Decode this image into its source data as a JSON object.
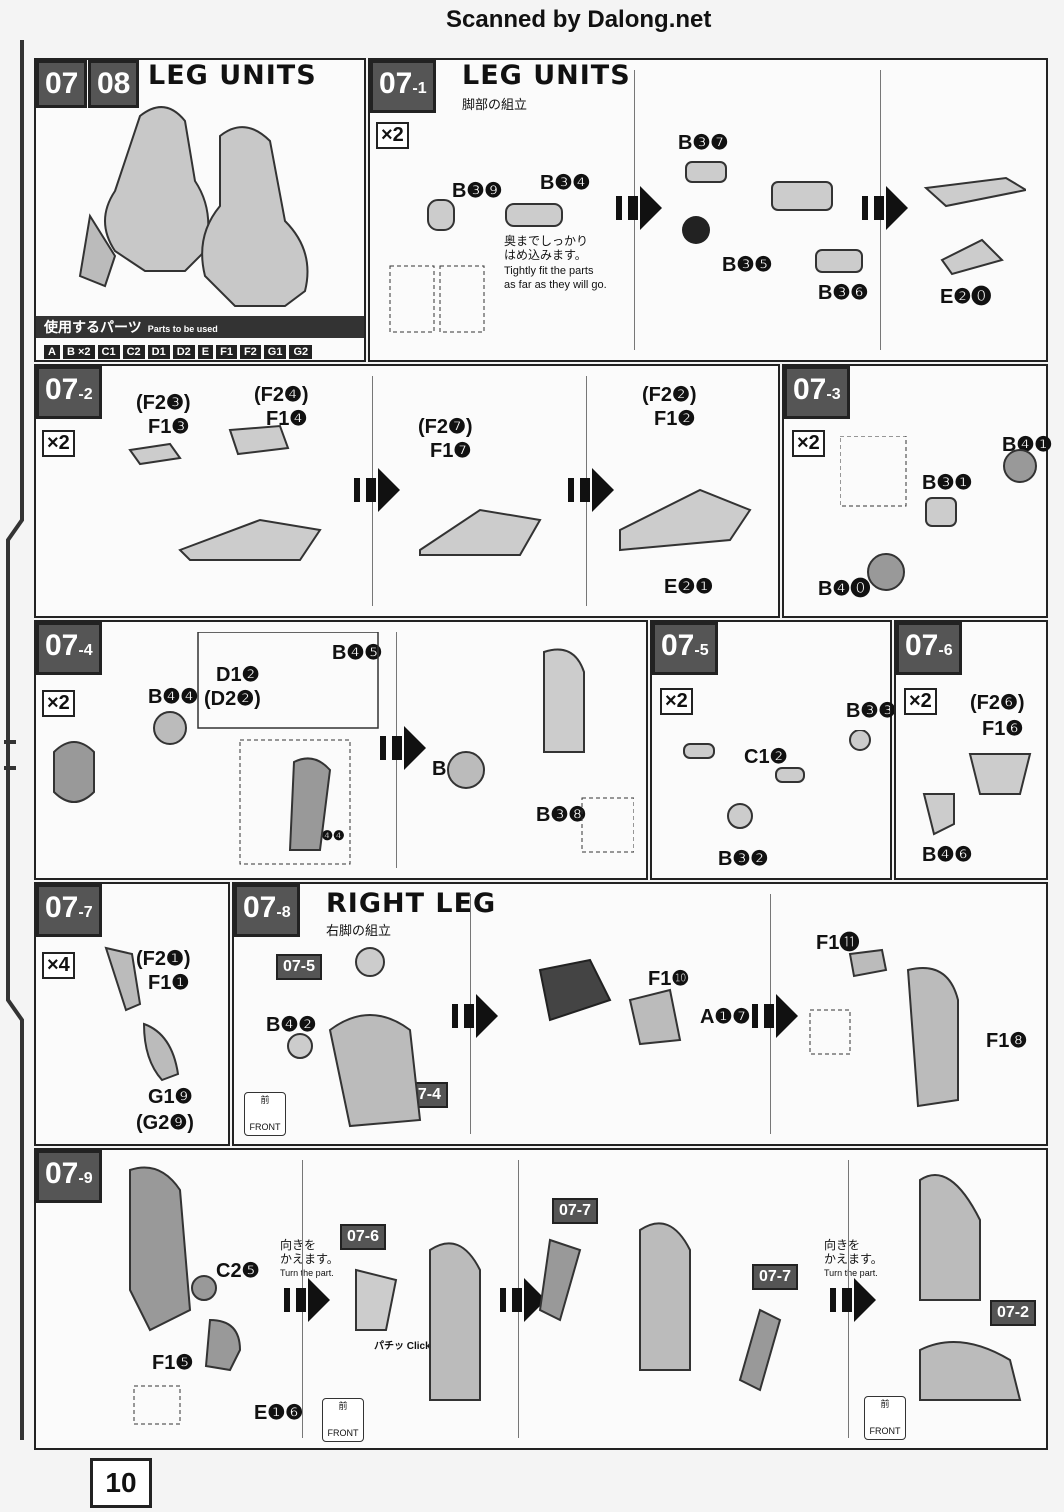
{
  "watermark": "Scanned by Dalong.net",
  "page_number": "10",
  "sec0708": {
    "num1": "07",
    "num2": "08",
    "title": "LEG UNITS",
    "parts_title": "使用するパーツ",
    "parts_sub": "Parts to be used",
    "chips": [
      "A",
      "B ×2",
      "C1",
      "C2",
      "D1",
      "D2",
      "E",
      "F1",
      "F2",
      "G1",
      "G2"
    ]
  },
  "s071": {
    "num": "07",
    "sub": "-1",
    "title": "LEG UNITS",
    "jp": "脚部の組立",
    "mult": "×2",
    "labels": [
      "B❸❾",
      "B❸❹",
      "B❸❼",
      "B❸❺",
      "B❸❻",
      "E❷⓿"
    ],
    "note_jp": "奥までしっかり\nはめ込みます。",
    "note_en": "Tightly fit the parts\nas far as they will go."
  },
  "s072": {
    "num": "07",
    "sub": "-2",
    "mult": "×2",
    "l1": "(F2❸)",
    "l2": "F1❸",
    "l3": "(F2❹)",
    "l4": "F1❹",
    "l5": "(F2❼)",
    "l6": "F1❼",
    "l7": "(F2❷)",
    "l8": "F1❷",
    "l9": "E❷❶"
  },
  "s073": {
    "num": "07",
    "sub": "-3",
    "mult": "×2",
    "l1": "B❹❶",
    "l2": "B❸❶",
    "l3": "B❹⓿"
  },
  "s074": {
    "num": "07",
    "sub": "-4",
    "mult": "×2",
    "l1": "B❹❹",
    "l2": "D1❷",
    "l3": "(D2❷)",
    "l4": "B❹❺",
    "l5": "B❹❹",
    "l6": "B❹❸",
    "l7": "B❸❽"
  },
  "s075": {
    "num": "07",
    "sub": "-5",
    "mult": "×2",
    "l1": "B❸❸",
    "l2": "C1❷",
    "l3": "B❸❷"
  },
  "s076": {
    "num": "07",
    "sub": "-6",
    "mult": "×2",
    "l1": "(F2❻)",
    "l2": "F1❻",
    "l3": "B❹❻"
  },
  "s077": {
    "num": "07",
    "sub": "-7",
    "mult": "×4",
    "l1": "(F2❶)",
    "l2": "F1❶",
    "l3": "G1❾",
    "l4": "(G2❾)"
  },
  "s078": {
    "num": "07",
    "sub": "-8",
    "title": "RIGHT LEG",
    "jp": "右脚の組立",
    "mini1": "07-5",
    "mini2": "07-4",
    "l1": "B❹❷",
    "l2": "F1❿",
    "l3": "A❶❼",
    "l4": "F1⓫",
    "l5": "F1❽",
    "front_jp": "前",
    "front_en": "FRONT"
  },
  "s079": {
    "num": "07",
    "sub": "-9",
    "l1": "C2❺",
    "l2": "F1❺",
    "l3": "E❶❻",
    "turn_jp": "向きを\nかえます。",
    "turn_en": "Turn the part.",
    "mini1": "07-6",
    "mini2": "07-7",
    "mini3": "07-7",
    "mini4": "07-2",
    "click": "パチッ Click!",
    "front_jp": "前",
    "front_en": "FRONT"
  }
}
